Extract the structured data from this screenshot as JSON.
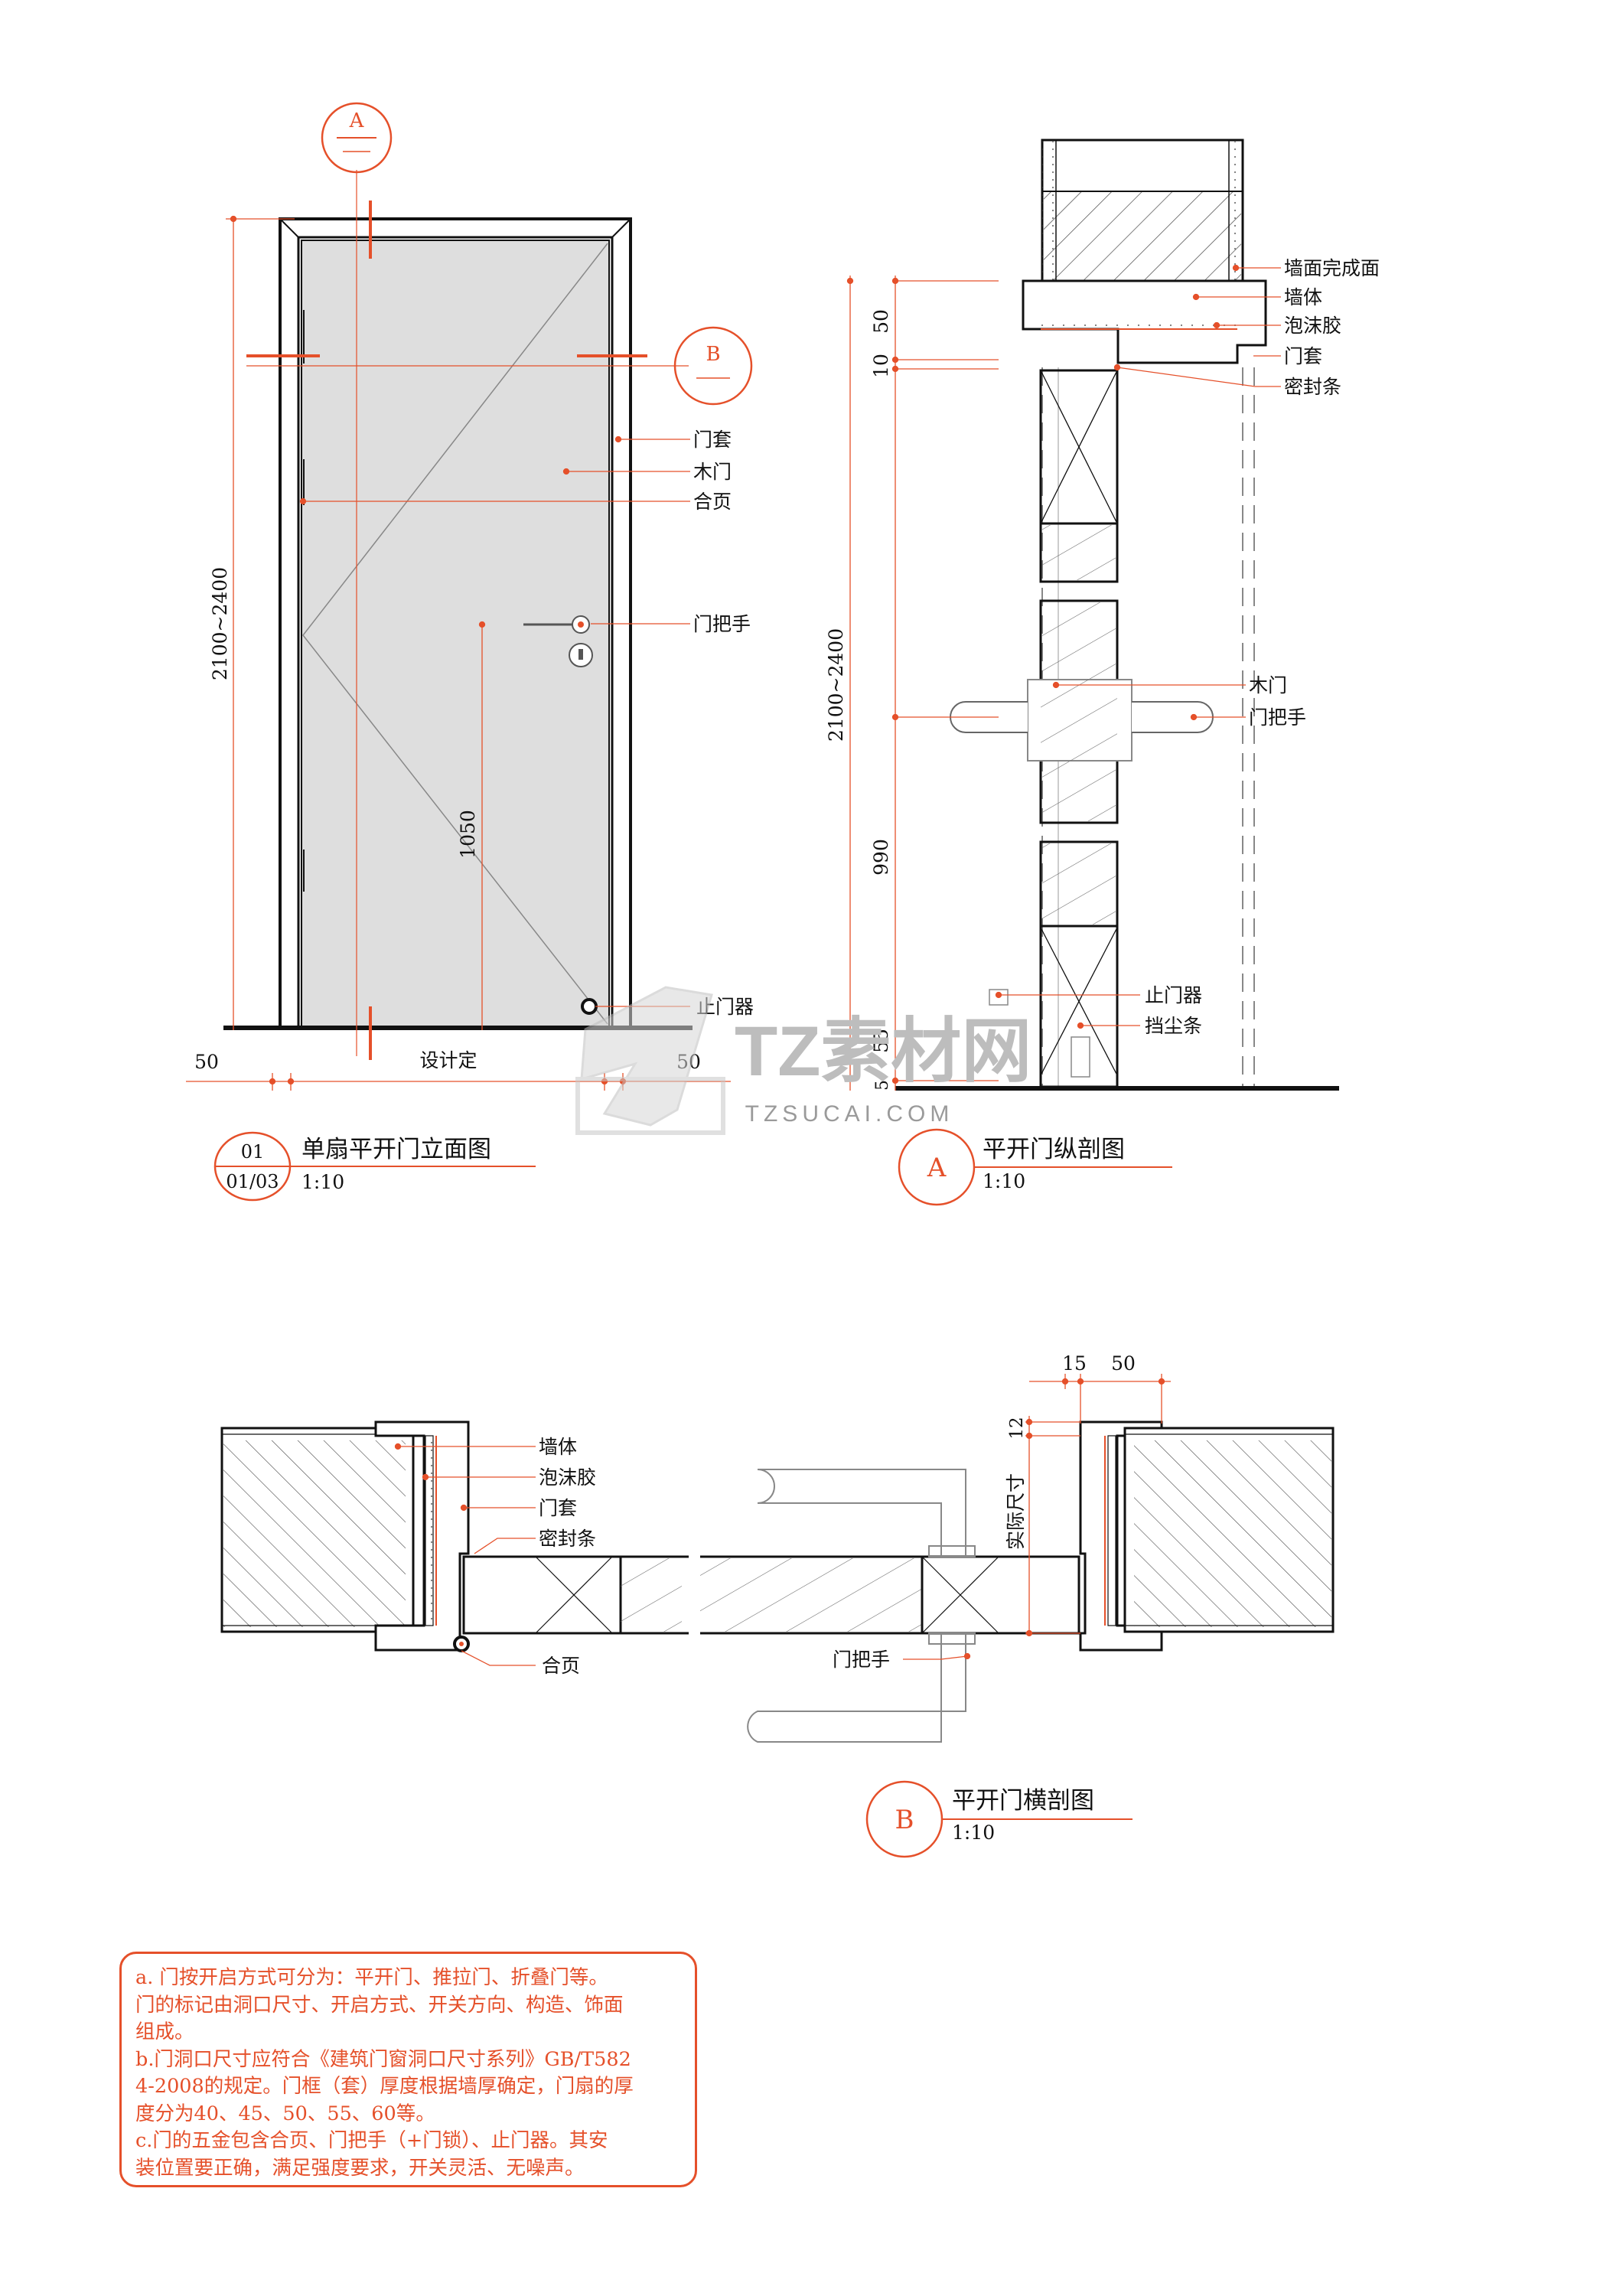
{
  "colors": {
    "accent": "#e5502a",
    "line": "#111111",
    "door_fill": "#dedede"
  },
  "elevation": {
    "section_a_marker": "A",
    "section_b_marker": "B",
    "labels": {
      "door_casing": "门套",
      "wood_door": "木门",
      "hinge": "合页",
      "handle": "门把手",
      "door_stop": "止门器"
    },
    "dims": {
      "height": "2100~2400",
      "handle_height": "1050",
      "left_50": "50",
      "right_50": "50",
      "width": "设计定"
    },
    "title": {
      "number": "01",
      "sheet": "01/03",
      "name": "单扇平开门立面图",
      "scale": "1:10"
    }
  },
  "section_a": {
    "labels": {
      "wall_finish": "墙面完成面",
      "wall": "墙体",
      "foam": "泡沫胶",
      "casing": "门套",
      "seal": "密封条",
      "wood_door": "木门",
      "handle": "门把手",
      "door_stop": "止门器",
      "dust_strip": "挡尘条"
    },
    "dims": {
      "d50": "50",
      "d10": "10",
      "height": "2100~2400",
      "d990": "990",
      "d55": "55",
      "d5": "5"
    },
    "title": {
      "marker": "A",
      "name": "平开门纵剖图",
      "scale": "1:10"
    }
  },
  "section_b": {
    "labels": {
      "wall": "墙体",
      "foam": "泡沫胶",
      "casing": "门套",
      "seal": "密封条",
      "hinge": "合页",
      "handle": "门把手"
    },
    "dims": {
      "d15": "15",
      "d50": "50",
      "d12": "12",
      "actual": "实际尺寸"
    },
    "title": {
      "marker": "B",
      "name": "平开门横剖图",
      "scale": "1:10"
    }
  },
  "watermark": {
    "brand": "TZ素材网",
    "url": "TZSUCAI.COM"
  },
  "notes": [
    "a. 门按开启方式可分为：平开门、推拉门、折叠门等。",
    "门的标记由洞口尺寸、开启方式、开关方向、构造、饰面",
    "组成。",
    "b.门洞口尺寸应符合《建筑门窗洞口尺寸系列》GB/T582",
    "4-2008的规定。门框（套）厚度根据墙厚确定，门扇的厚",
    "度分为40、45、50、55、60等。",
    "c.门的五金包含合页、门把手（+门锁）、止门器。其安",
    "装位置要正确，满足强度要求，开关灵活、无噪声。"
  ]
}
